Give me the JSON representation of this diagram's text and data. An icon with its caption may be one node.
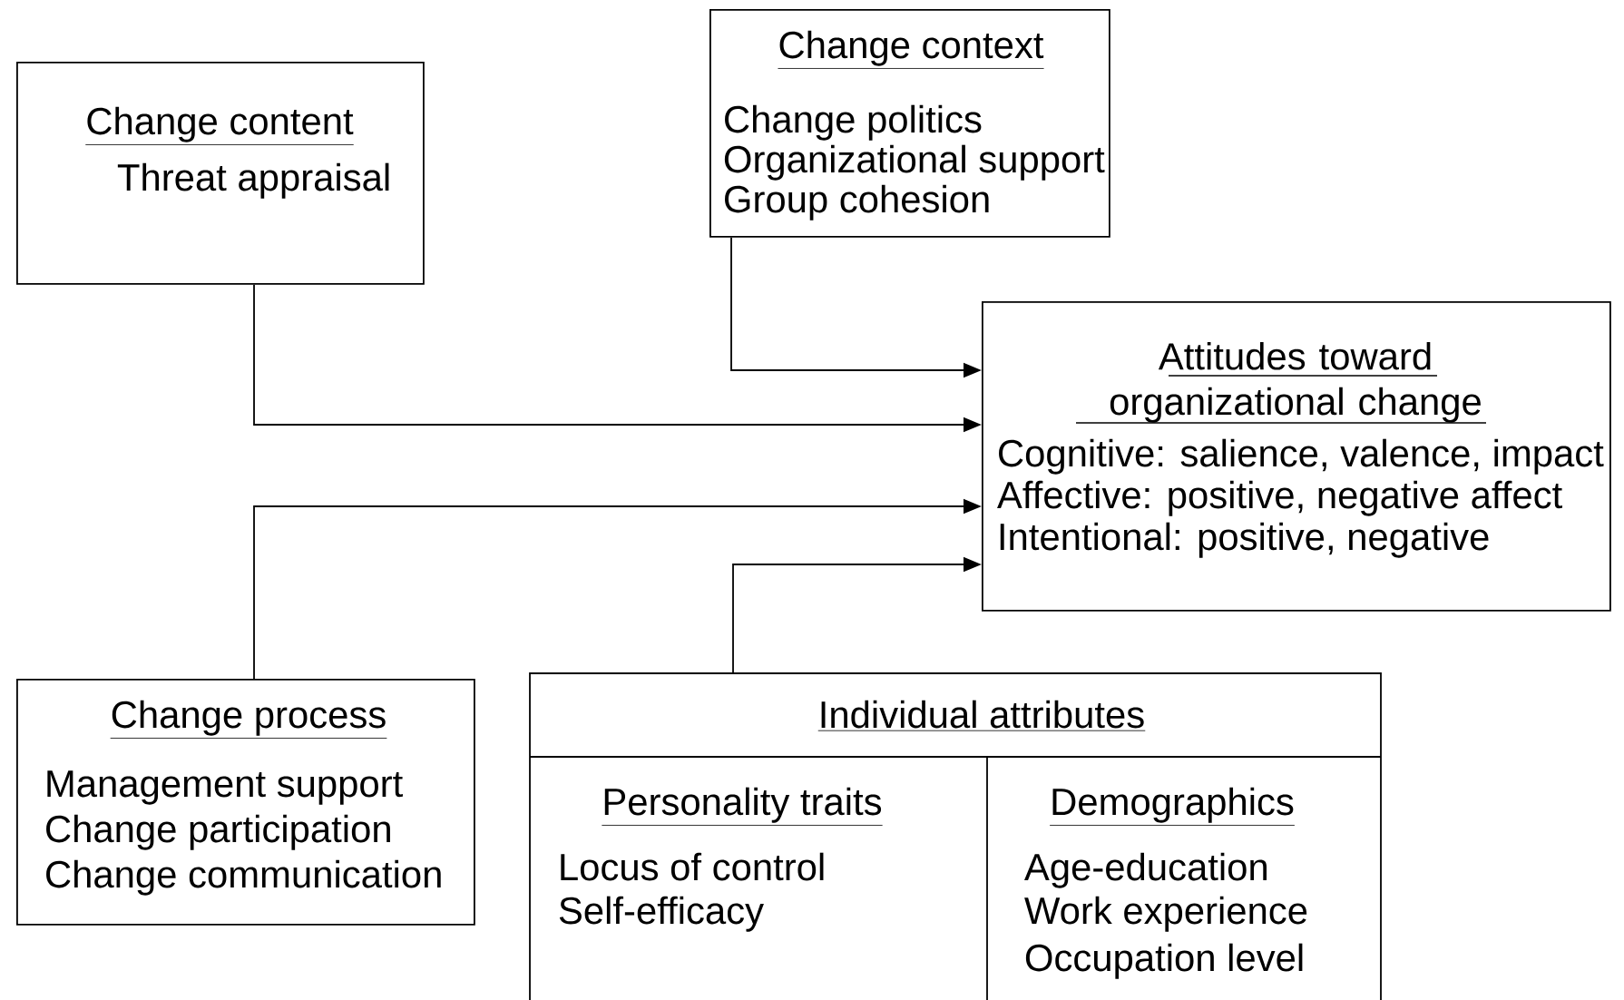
{
  "diagram": {
    "nodes": [
      {
        "text": [
          "Change content",
          "Threat appraisal"
        ]
      },
      {
        "text": [
          "Change context",
          "Change politics",
          "Organizational support",
          "Group cohesion"
        ]
      },
      {
        "text": [
          "Attitudes toward organizational change",
          "Cognitive: salience, valence, impact",
          "Affective: positive, negative affect",
          "Intentional: positive, negative"
        ]
      },
      {
        "text": [
          "Change process",
          "Management support",
          "Change participation",
          "Change communication"
        ]
      },
      {
        "text": [
          "Individual attributes"
        ]
      },
      {
        "text": [
          "Personality traits",
          "Locus of control",
          "Self-efficacy"
        ],
        "in": 4
      },
      {
        "text": [
          "Demographics",
          "Age-education",
          "Work experience",
          "Occupation level"
        ],
        "in": 4
      }
    ],
    "edges": [
      {
        "from": 1,
        "to": 2,
        "arrow": "to"
      },
      {
        "from": 0,
        "to": 2,
        "arrow": "to"
      },
      {
        "from": 3,
        "to": 2,
        "arrow": "to"
      },
      {
        "from": 4,
        "to": 2,
        "arrow": "to"
      }
    ]
  }
}
